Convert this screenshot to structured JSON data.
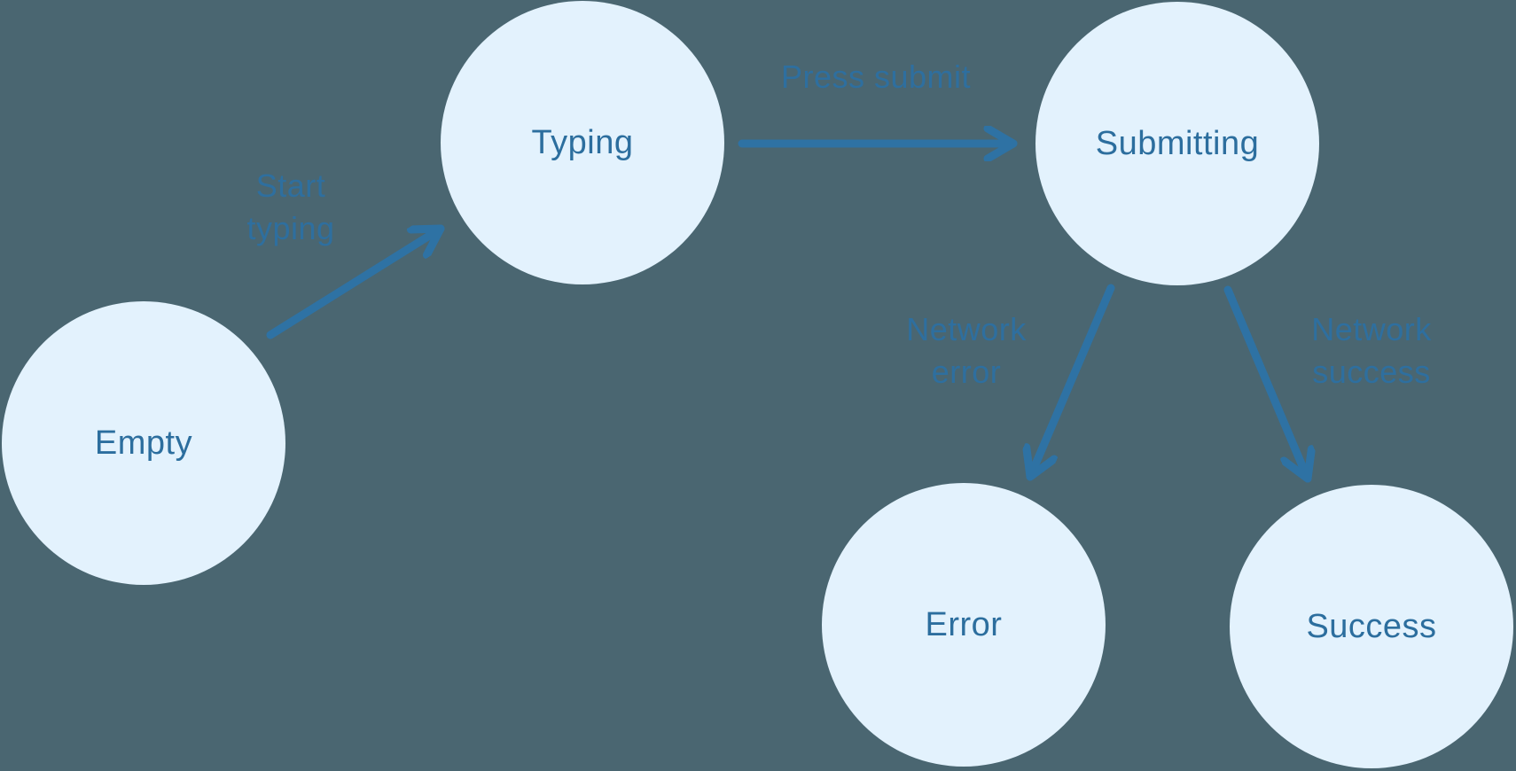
{
  "diagram": {
    "type": "state-machine",
    "colors": {
      "background": "#4A6671",
      "node_fill": "#E3F2FD",
      "node_text": "#2C6E9E",
      "edge_stroke": "#2E72A4",
      "edge_label_text": "#2E6F9F"
    },
    "nodes": [
      {
        "id": "empty",
        "label": "Empty"
      },
      {
        "id": "typing",
        "label": "Typing"
      },
      {
        "id": "submitting",
        "label": "Submitting"
      },
      {
        "id": "error",
        "label": "Error"
      },
      {
        "id": "success",
        "label": "Success"
      }
    ],
    "edges": [
      {
        "from": "empty",
        "to": "typing",
        "label": "Start typing",
        "label_lines": [
          "Start",
          "typing"
        ]
      },
      {
        "from": "typing",
        "to": "submitting",
        "label": "Press submit",
        "label_lines": [
          "Press submit"
        ]
      },
      {
        "from": "submitting",
        "to": "error",
        "label": "Network error",
        "label_lines": [
          "Network",
          "error"
        ]
      },
      {
        "from": "submitting",
        "to": "success",
        "label": "Network success",
        "label_lines": [
          "Network",
          "success"
        ]
      }
    ]
  }
}
